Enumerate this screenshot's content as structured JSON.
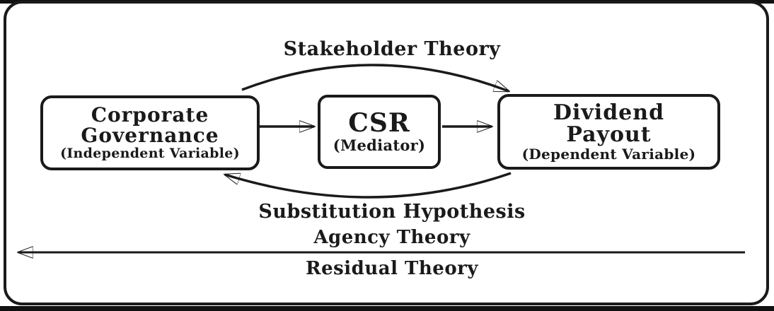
{
  "diagram": {
    "type": "conceptual-framework",
    "boxes": [
      {
        "line1": "Corporate",
        "line2": "Governance",
        "subtitle": "(Independent Variable)"
      },
      {
        "line1": "CSR",
        "subtitle": "(Mediator)"
      },
      {
        "line1": "Dividend",
        "line2": "Payout",
        "subtitle": "(Dependent Variable)"
      }
    ],
    "labels": {
      "stakeholder": "Stakeholder Theory",
      "substitution": "Substitution Hypothesis",
      "agency": "Agency Theory",
      "residual": "Residual Theory"
    },
    "arrows": [
      {
        "name": "cg-to-csr",
        "from": "Corporate Governance",
        "to": "CSR",
        "style": "straight"
      },
      {
        "name": "csr-to-dividend",
        "from": "CSR",
        "to": "Dividend Payout",
        "style": "straight"
      },
      {
        "name": "stakeholder-theory",
        "from": "Corporate Governance",
        "to": "Dividend Payout",
        "style": "curved-over-top",
        "label": "Stakeholder Theory"
      },
      {
        "name": "substitution-hypothesis",
        "from": "Dividend Payout",
        "to": "Corporate Governance",
        "style": "curved-under-bottom",
        "label": "Substitution Hypothesis"
      },
      {
        "name": "residual-theory",
        "from": "right",
        "to": "left",
        "style": "long-straight",
        "label": "Residual Theory"
      }
    ],
    "colors": {
      "ink": "#1a1a1a",
      "background": "#ffffff"
    }
  }
}
